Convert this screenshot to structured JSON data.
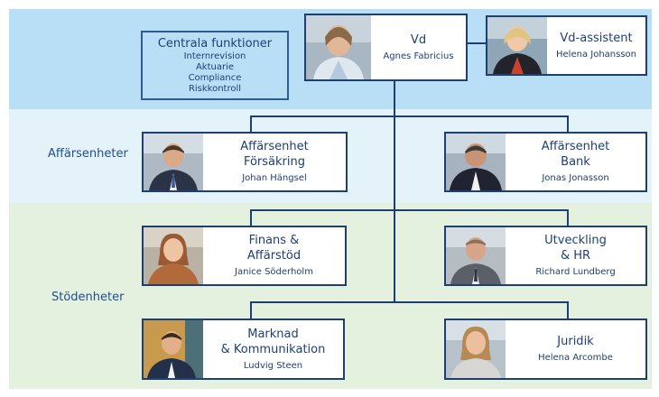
{
  "bands": {
    "affarsenheter": "Affärsenheter",
    "stodenheter": "Stödenheter"
  },
  "central": {
    "title": "Centrala funktioner",
    "items": [
      "Internrevision",
      "Aktuarie",
      "Compliance",
      "Riskkontroll"
    ]
  },
  "boxes": {
    "vd": {
      "title": "Vd",
      "name": "Agnes Fabricius"
    },
    "assistent": {
      "title": "Vd-assistent",
      "name": "Helena Johansson"
    },
    "forsakring": {
      "title": "Affärsenhet\nFörsäkring",
      "name": "Johan Hängsel"
    },
    "bank": {
      "title": "Affärsenhet\nBank",
      "name": "Jonas Jonasson"
    },
    "finans": {
      "title": "Finans &\nAffärstöd",
      "name": "Janice Söderholm"
    },
    "utveckling": {
      "title": "Utveckling\n& HR",
      "name": "Richard Lundberg"
    },
    "marknad": {
      "title": "Marknad\n& Kommunikation",
      "name": "Ludvig Steen"
    },
    "juridik": {
      "title": "Juridik",
      "name": "Helena Arcombe"
    }
  },
  "colors": {
    "line": "#1d3f73",
    "band_top": "#b9dff6",
    "band_mid": "#e4f2fa",
    "band_bottom": "#e5f1df"
  }
}
